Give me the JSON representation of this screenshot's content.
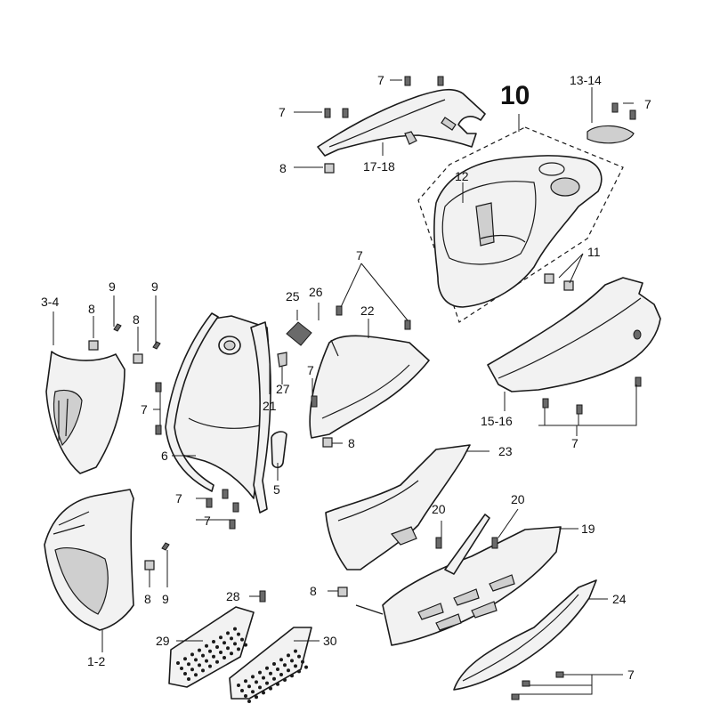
{
  "labels": {
    "l7a": "7",
    "l7b": "7",
    "l7c": "7",
    "l7d": "7",
    "l7e": "7",
    "l7f": "7",
    "l7g": "7",
    "l7h": "7",
    "l7i": "7",
    "l8a": "8",
    "l8b": "8",
    "l8c": "8",
    "l8d": "8",
    "l8e": "8",
    "l8f": "8",
    "l9a": "9",
    "l9b": "9",
    "l9c": "9",
    "l10": "10",
    "l11": "11",
    "l12": "12",
    "l13_14": "13-14",
    "l15_16": "15-16",
    "l17_18": "17-18",
    "l19": "19",
    "l20a": "20",
    "l20b": "20",
    "l21": "21",
    "l22": "22",
    "l23": "23",
    "l24": "24",
    "l25": "25",
    "l26": "26",
    "l27": "27",
    "l28": "28",
    "l29": "29",
    "l30": "30",
    "l1_2": "1-2",
    "l3_4": "3-4",
    "l5": "5",
    "l6": "6"
  }
}
